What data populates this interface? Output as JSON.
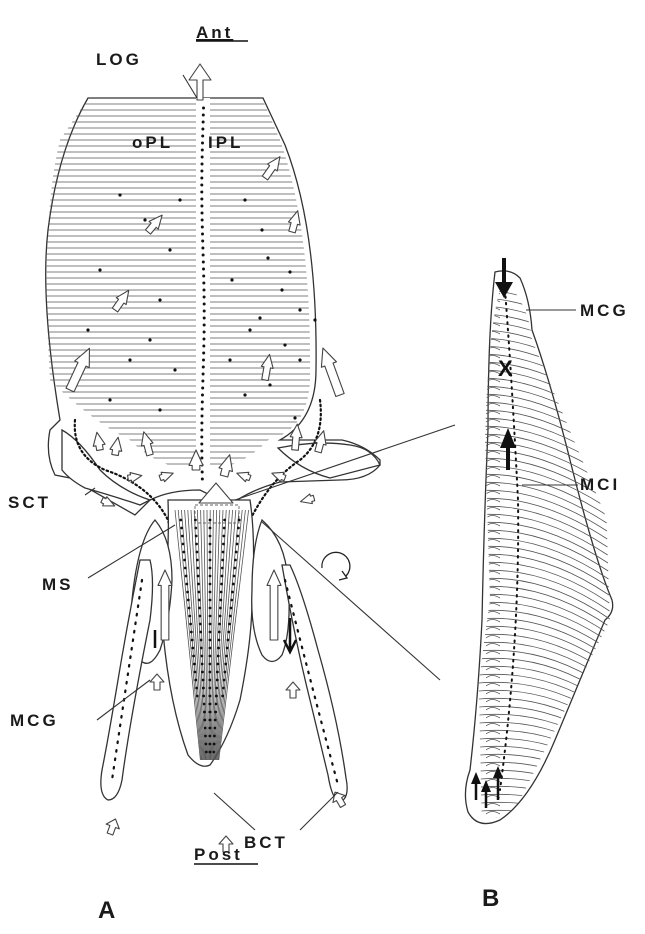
{
  "labels": {
    "anterior": "Ant",
    "posterior": "Post",
    "log": "LOG",
    "opl": "oPL",
    "ipl": "IPL",
    "sct": "SCT",
    "ms": "MS",
    "mcg_a": "MCG",
    "bct": "BCT",
    "mcg_b": "MCG",
    "mci": "MCI",
    "panel_a": "A",
    "panel_b": "B",
    "cross_mark": "X"
  }
}
